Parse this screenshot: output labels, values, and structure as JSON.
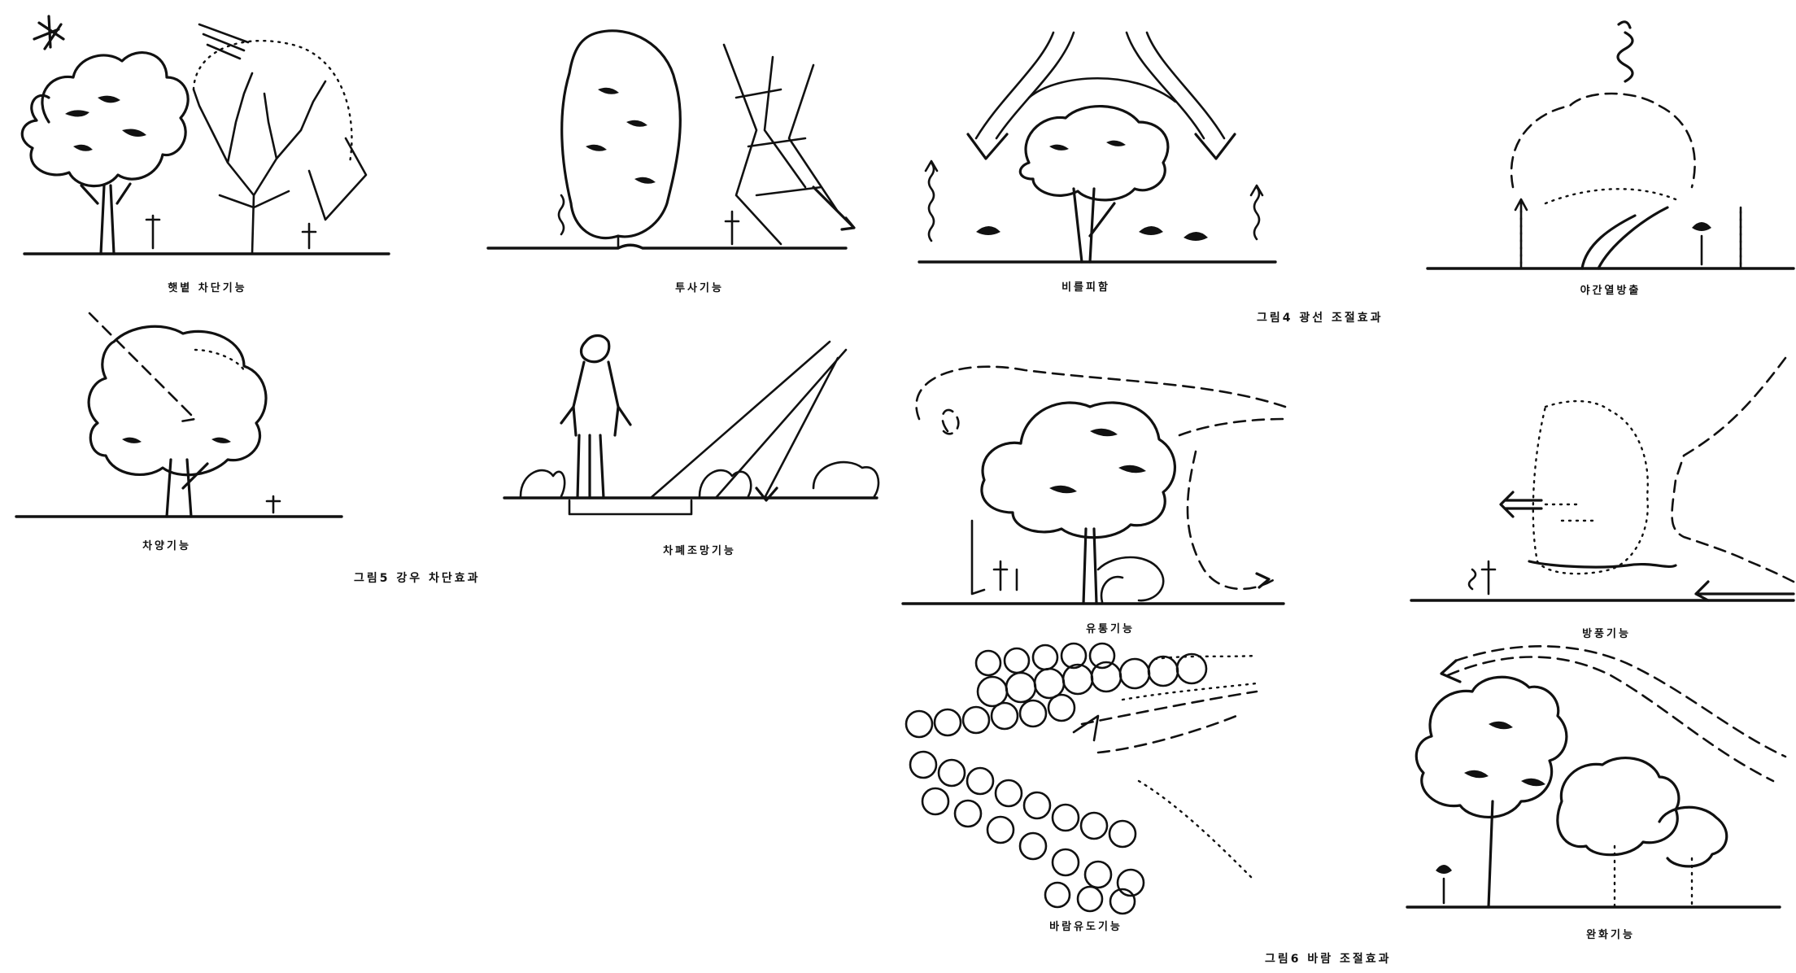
{
  "captions": {
    "shade_function": "햇볕 차단기능",
    "sunlight_function": "투사기능",
    "rain_shelter": "비를피함",
    "heat_protection": "야간열방출",
    "shade_cooling": "차양기능",
    "view_screen": "차폐조망기능",
    "air_flow": "유통기능",
    "wind_break": "방풍기능",
    "wind_guide": "바람유도기능",
    "wind_lift": "완화기능"
  },
  "groups": {
    "sunlight_group": "그림4 광선 조절효과",
    "water_group": "그림5 강우 차단효과",
    "wind_group": "그림6 바람 조절효과"
  }
}
